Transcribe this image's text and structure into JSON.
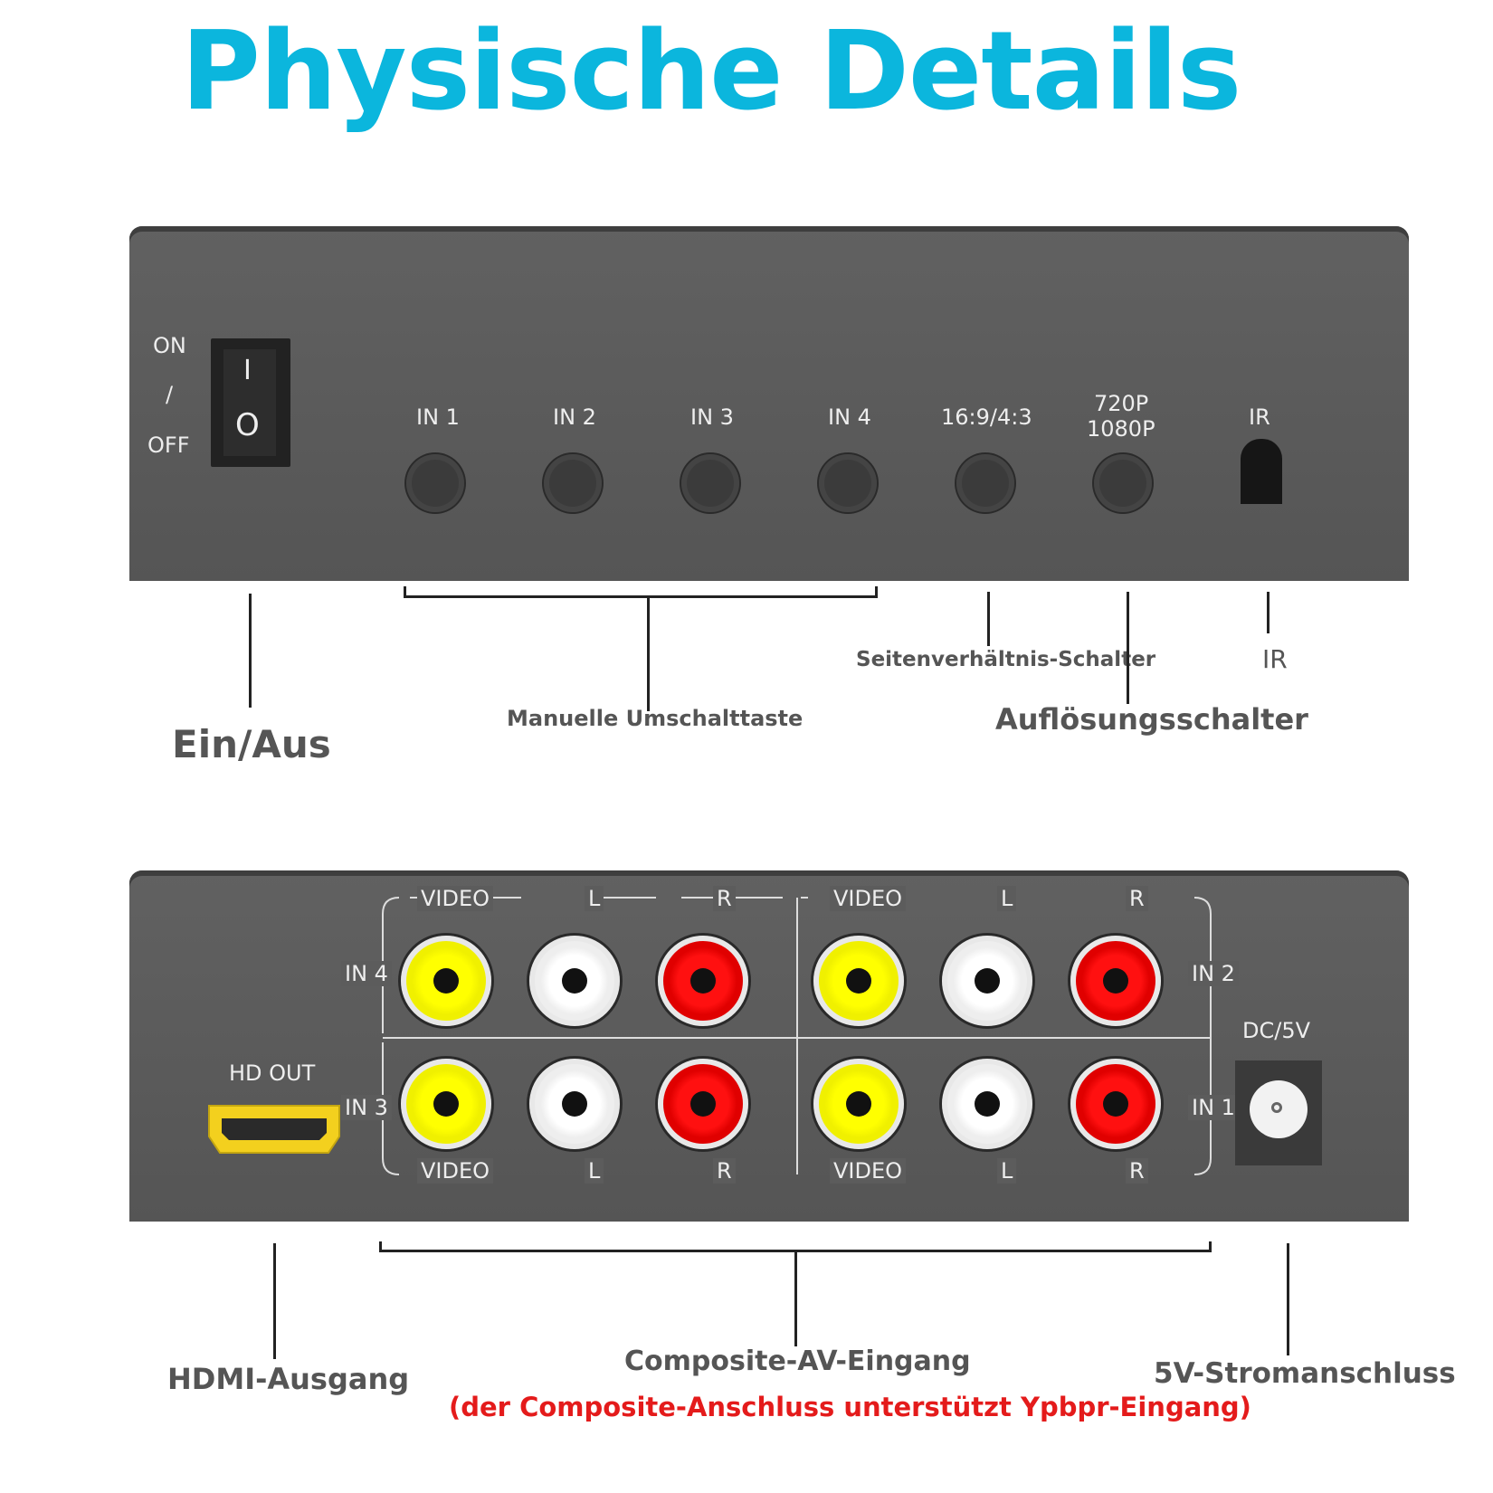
{
  "title": "Physische Details",
  "front_panel": {
    "power_on": "ON",
    "power_slash": "/",
    "power_off": "OFF",
    "rocker_on_symbol": "I",
    "rocker_off_symbol": "O",
    "buttons": [
      "IN 1",
      "IN 2",
      "IN 3",
      "IN 4",
      "16:9/4:3"
    ],
    "resolution_label_1": "720P",
    "resolution_label_2": "1080P",
    "ir_label": "IR"
  },
  "rear_panel": {
    "hd_out": "HD OUT",
    "video": "VIDEO",
    "left": "L",
    "right": "R",
    "inputs": [
      "IN 4",
      "IN 2",
      "IN 3",
      "IN 1"
    ],
    "dc": "DC/5V"
  },
  "captions": {
    "power": "Ein/Aus",
    "manual": "Manuelle Umschalttaste",
    "aspect": "Seitenverhältnis-Schalter",
    "ir": "IR",
    "resolution": "Auflösungsschalter",
    "hdmi": "HDMI-Ausgang",
    "composite": "Composite-AV-Eingang",
    "composite_note": "(der Composite-Anschluss unterstützt Ypbpr-Eingang)",
    "power_jack": "5V-Stromanschluss"
  },
  "colors": {
    "title": "#0bb6dd",
    "panel": "#5a5a5a",
    "note": "#e41b1b",
    "hdmi": "#f0d020"
  }
}
